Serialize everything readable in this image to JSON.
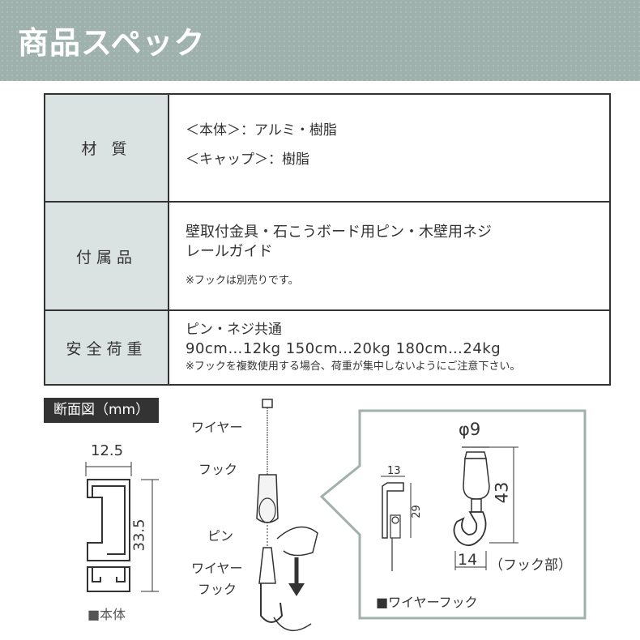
{
  "header": {
    "title": "商品スペック"
  },
  "spec": {
    "rows": [
      {
        "label": "材 質",
        "lines": [
          "＜本体＞：アルミ・樹脂",
          "＜キャップ＞：樹脂"
        ]
      },
      {
        "label": "付属品",
        "lines": [
          "壁取付金具・石こうボード用ピン・木壁用ネジ",
          "レールガイド"
        ],
        "note": "※フックは別売りです。"
      },
      {
        "label": "安全荷重",
        "lines": [
          "ピン・ネジ共通",
          "90cm…12kg  150cm…20kg   180cm…24kg"
        ],
        "note": "※フックを複数使用する場合、荷重が集中しないようにご注意下さい。"
      }
    ]
  },
  "diagram": {
    "section_label": "断面図（mm）",
    "body": {
      "width": "12.5",
      "height": "33.5",
      "caption": "■本体"
    },
    "install": {
      "wire": "ワイヤー",
      "hook": "フック",
      "pin": "ピン",
      "wire_hook_1": "ワイヤー",
      "wire_hook_2": "フック"
    },
    "detail": {
      "dim_13": "13",
      "dim_29": "29",
      "dim_phi": "φ9",
      "dim_43": "43",
      "dim_14": "14",
      "hook_part": "（フック部）",
      "caption": "■ワイヤーフック"
    }
  }
}
